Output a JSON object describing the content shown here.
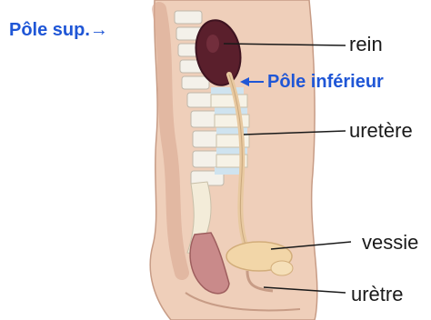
{
  "labels": {
    "pole_sup": "Pôle  sup.→",
    "pole_inferieur": "Pôle inférieur",
    "rein": "rein",
    "uretere": "uretère",
    "vessie": "vessie",
    "uretre": "urètre"
  },
  "colors": {
    "label_blue": "#1f56d6",
    "label_black": "#1a1a1a",
    "skin": "#e9c6b0",
    "kidney": "#5a1f2c",
    "ureter": "#e8c9a0",
    "bladder": "#f2d6a8",
    "spine_highlight": "#cfe3ef",
    "rectum": "#c98a8a"
  },
  "icons": {
    "blue_arrow": "left-arrow-icon"
  }
}
